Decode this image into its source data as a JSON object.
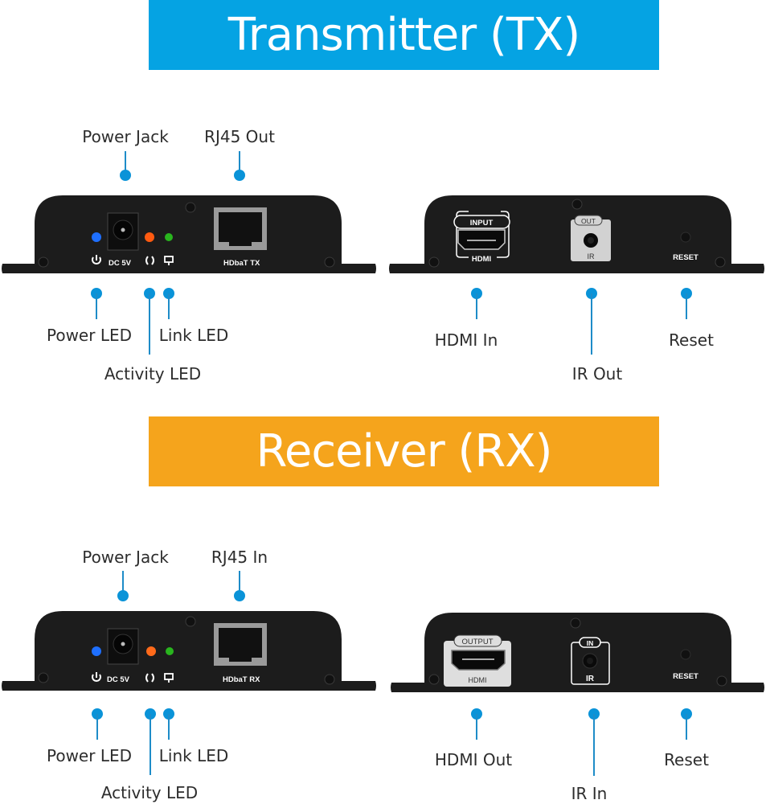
{
  "banners": {
    "transmitter": "Transmitter (TX)",
    "receiver": "Receiver (RX)"
  },
  "colors": {
    "tx_banner": "#05a3e3",
    "rx_banner": "#f5a41c",
    "callout": "#0a93d8",
    "device_body": "#1c1c1c",
    "power_led": "#1e6fff",
    "activity_led": "#ff5a10",
    "link_led": "#29b51e"
  },
  "tx": {
    "front": {
      "port_labels": {
        "dc": "DC 5V",
        "rj45": "HDbaT TX"
      },
      "icons": [
        "power-icon",
        "activity-icon",
        "link-icon"
      ],
      "callouts": {
        "power_jack": "Power Jack",
        "rj45": "RJ45 Out",
        "power_led": "Power LED",
        "activity_led": "Activity LED",
        "link_led": "Link LED"
      }
    },
    "rear": {
      "port_labels": {
        "hdmi_top": "INPUT",
        "hdmi_bottom": "HDMI",
        "ir_top": "OUT",
        "ir_bottom": "IR",
        "reset": "RESET"
      },
      "callouts": {
        "hdmi": "HDMI In",
        "ir": "IR Out",
        "reset": "Reset"
      }
    }
  },
  "rx": {
    "front": {
      "port_labels": {
        "dc": "DC 5V",
        "rj45": "HDbaT RX"
      },
      "icons": [
        "power-icon",
        "activity-icon",
        "link-icon"
      ],
      "callouts": {
        "power_jack": "Power Jack",
        "rj45": "RJ45 In",
        "power_led": "Power LED",
        "activity_led": "Activity LED",
        "link_led": "Link LED"
      }
    },
    "rear": {
      "port_labels": {
        "hdmi_top": "OUTPUT",
        "hdmi_bottom": "HDMI",
        "ir_top": "IN",
        "ir_bottom": "IR",
        "reset": "RESET"
      },
      "callouts": {
        "hdmi": "HDMI Out",
        "ir": "IR In",
        "reset": "Reset"
      }
    }
  }
}
